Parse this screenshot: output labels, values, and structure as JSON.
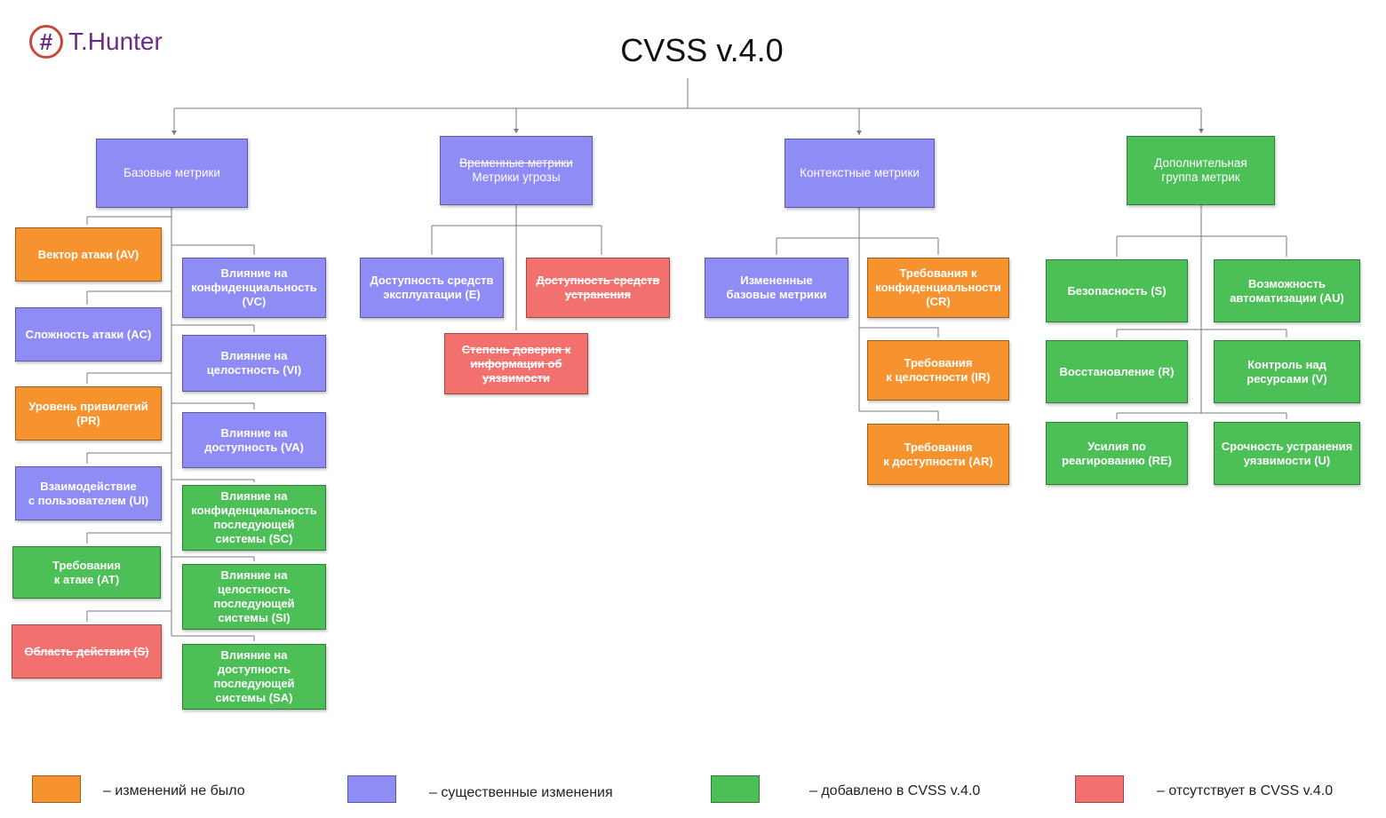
{
  "logo": {
    "symbol": "#",
    "text": "T.Hunter"
  },
  "title": "CVSS v.4.0",
  "colors": {
    "orange": "#f6932f",
    "purple": "#8f8cf5",
    "green": "#4cbf57",
    "red": "#f2706d"
  },
  "nodes": {
    "base": "Базовые метрики",
    "temporal_old": "Временные метрики",
    "temporal_new": "Метрики угрозы",
    "env": "Контекстные метрики",
    "supp": "Дополнительная\nгруппа метрик",
    "av": "Вектор атаки (AV)",
    "ac": "Сложность атаки (AC)",
    "pr": "Уровень привилегий\n(PR)",
    "ui": "Взаимодействие\nс пользователем (UI)",
    "at": "Требования\nк атаке (AT)",
    "s_scope": "Область действия (S)",
    "vc": "Влияние на\nконфиденциальность\n(VC)",
    "vi": "Влияние на\nцелостность (VI)",
    "va": "Влияние на\nдоступность (VA)",
    "sc": "Влияние на\nконфиденциальность\nпоследующей\nсистемы (SC)",
    "si": "Влияние на\nцелостность\nпоследующей\nсистемы (SI)",
    "sa": "Влияние на\nдоступность\nпоследующей\nсистемы (SA)",
    "e": "Доступность средств\nэксплуатации (E)",
    "rl": "Доступность средств\nустранения",
    "rc": "Степень доверия к\nинформации об\nуязвимости",
    "modified": "Измененные\nбазовые метрики",
    "cr": "Требования к\nконфиденциальности\n(CR)",
    "ir": "Требования\nк целостности (IR)",
    "ar": "Требования\nк доступности (AR)",
    "safety": "Безопасность (S)",
    "au": "Возможность\nавтоматизации (AU)",
    "r": "Восстановление (R)",
    "v": "Контроль над\nресурсами (V)",
    "re": "Усилия по\nреагированию (RE)",
    "u": "Срочность устранения\nуязвимости (U)"
  },
  "legend": [
    {
      "color": "#f6932f",
      "label": "– изменений не было"
    },
    {
      "color": "#8f8cf5",
      "label": "– существенные изменения"
    },
    {
      "color": "#4cbf57",
      "label": "– добавлено в CVSS v.4.0"
    },
    {
      "color": "#f2706d",
      "label": "– отсутствует в CVSS v.4.0"
    }
  ]
}
